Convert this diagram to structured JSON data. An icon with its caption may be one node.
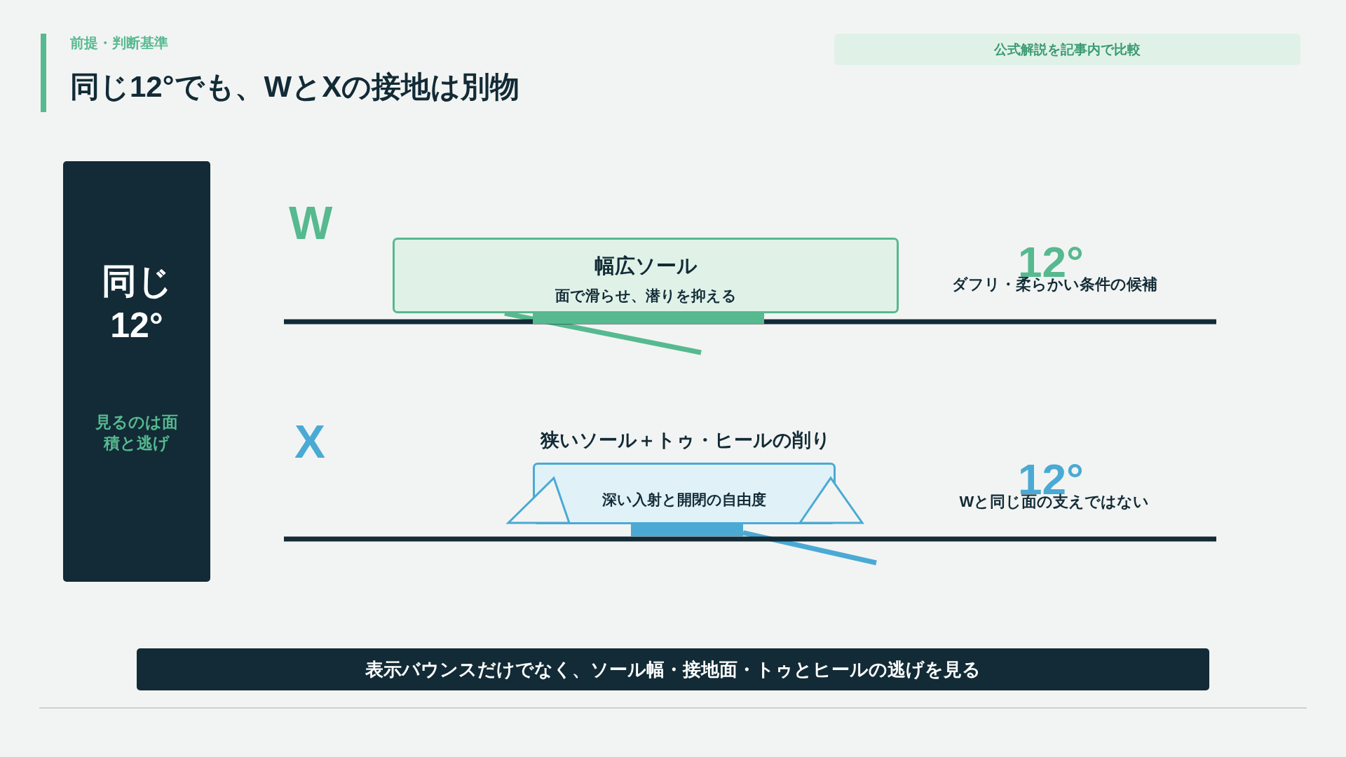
{
  "diagram": {
    "title": "同じ12°でも、WとXの接地は別物",
    "nodes": [
      {
        "text": [
          "公式解説を記事内で比較"
        ]
      },
      {
        "text": [
          "同じ12°",
          "見るのは面積と逃げ"
        ]
      },
      {
        "text": [
          "幅広ソール",
          "面で滑らせ、潜りを抑える"
        ]
      },
      {
        "text": [
          "狭いソール＋トゥ・ヒールの削り",
          "深い入射と開閉の自由度"
        ]
      },
      {
        "text": [
          "表示バウンスだけでなく、ソール幅・接地面・トゥとヒールの逃げを見る"
        ]
      }
    ],
    "labels": [
      "前提・判断基準",
      "W",
      "12°",
      "ダフリ・柔らかい条件の候補",
      "X",
      "12°",
      "Wと同じ面の支えではない"
    ]
  }
}
